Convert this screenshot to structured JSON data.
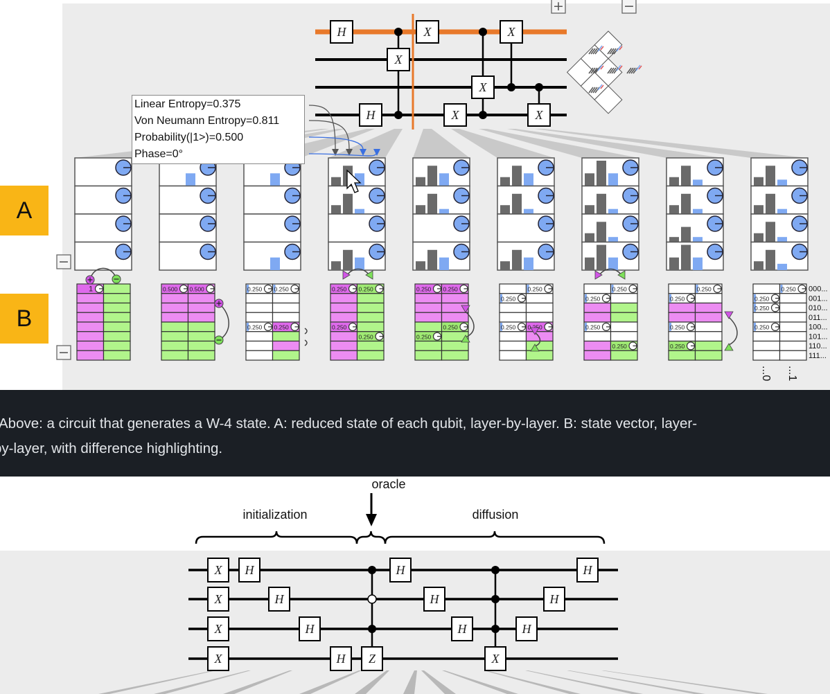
{
  "colors": {
    "panel": "#ececec",
    "highlight_wire": "#e8792a",
    "label_box": "#f9b516",
    "pink": "#ec8cf2",
    "pink_dark": "#d64ce8",
    "green": "#b1f58b",
    "blue": "#7fa9f2",
    "bar_gray": "#6a6a6a",
    "caption_bg": "#1b1f25"
  },
  "side_labels": {
    "a": "A",
    "b": "B"
  },
  "buttons": {
    "expand": "+",
    "collapse": "−"
  },
  "tooltip": {
    "lines": [
      "Linear Entropy=0.375",
      "Von Neumann Entropy=0.811",
      "Probability(|1>)=0.500",
      "Phase=0°"
    ]
  },
  "top_circuit": {
    "wires": 4,
    "highlight_wire": 0,
    "gates": [
      {
        "type": "H",
        "step": 0,
        "target": 0,
        "controls": []
      },
      {
        "type": "H",
        "step": 1,
        "target": 3,
        "controls": []
      },
      {
        "type": "X",
        "step": 2,
        "target": 1,
        "controls": [
          0,
          3
        ]
      },
      {
        "type": "X",
        "step": 3,
        "target": 0,
        "controls": []
      },
      {
        "type": "X",
        "step": 4,
        "target": 3,
        "controls": []
      },
      {
        "type": "X",
        "step": 5,
        "target": 2,
        "controls": [
          0,
          3
        ]
      },
      {
        "type": "X",
        "step": 6,
        "target": 0,
        "controls": [
          2
        ]
      },
      {
        "type": "X",
        "step": 7,
        "target": 3,
        "controls": [
          2
        ]
      }
    ]
  },
  "reduced_states": [
    [
      [
        0,
        0,
        0
      ],
      [
        0,
        0,
        0
      ],
      [
        0,
        0,
        0
      ],
      [
        0,
        0,
        0
      ]
    ],
    [
      [
        0,
        0,
        0.5
      ],
      [
        0,
        0,
        0
      ],
      [
        0,
        0,
        0
      ],
      [
        0,
        0,
        0
      ]
    ],
    [
      [
        0,
        0,
        0.5
      ],
      [
        0,
        0,
        0
      ],
      [
        0,
        0,
        0
      ],
      [
        0,
        0,
        0.5
      ]
    ],
    [
      [
        0.35,
        0.8,
        0.5
      ],
      [
        0.35,
        0.8,
        0.2
      ],
      [
        0,
        0,
        0
      ],
      [
        0.35,
        0.8,
        0.5
      ]
    ],
    [
      [
        0.35,
        0.8,
        0.5
      ],
      [
        0.35,
        0.8,
        0.2
      ],
      [
        0,
        0,
        0
      ],
      [
        0.35,
        0.8,
        0.5
      ]
    ],
    [
      [
        0.35,
        0.8,
        0.5
      ],
      [
        0.35,
        0.8,
        0.2
      ],
      [
        0,
        0,
        0
      ],
      [
        0.35,
        0.8,
        0.5
      ]
    ],
    [
      [
        0.5,
        1.0,
        0.5
      ],
      [
        0.35,
        0.8,
        0.2
      ],
      [
        0.35,
        0.8,
        0.2
      ],
      [
        0.5,
        1.0,
        0.5
      ]
    ],
    [
      [
        0.35,
        0.8,
        0.25
      ],
      [
        0.35,
        0.8,
        0.2
      ],
      [
        0.2,
        0.6,
        0.2
      ],
      [
        0.5,
        1.0,
        0.5
      ]
    ],
    [
      [
        0.35,
        0.8,
        0.25
      ],
      [
        0.35,
        0.8,
        0.2
      ],
      [
        0.35,
        0.8,
        0.2
      ],
      [
        0.35,
        0.8,
        0.25
      ]
    ]
  ],
  "state_vectors": [
    {
      "cells": [
        "pg",
        "pg",
        "pg",
        "pg",
        "pg",
        "pg",
        "pg",
        "pg"
      ],
      "labels": [
        [
          0,
          0,
          "1"
        ]
      ]
    },
    {
      "cells": [
        "pp",
        "pp",
        "pp",
        "pp",
        "gg",
        "gg",
        "gg",
        "gg"
      ],
      "labels": [
        [
          0,
          0,
          "0.500"
        ],
        [
          0,
          1,
          "0.500"
        ]
      ]
    },
    {
      "cells": [
        "ww",
        "ww",
        "ww",
        "ww",
        "wp",
        "wg",
        "wp",
        "wg"
      ],
      "labels": [
        [
          0,
          0,
          "0.250"
        ],
        [
          0,
          1,
          "0.250"
        ],
        [
          4,
          0,
          "0.250"
        ],
        [
          4,
          1,
          "0.250"
        ]
      ]
    },
    {
      "cells": [
        "pg",
        "pg",
        "pg",
        "pg",
        "pg",
        "pg",
        "pg",
        "pg"
      ],
      "labels": [
        [
          0,
          0,
          "0.250"
        ],
        [
          0,
          1,
          "0.250"
        ],
        [
          4,
          0,
          "0.250"
        ],
        [
          5,
          1,
          "0.250"
        ]
      ]
    },
    {
      "cells": [
        "pp",
        "pp",
        "pp",
        "pp",
        "gg",
        "gg",
        "gg",
        "gg"
      ],
      "labels": [
        [
          0,
          0,
          "0.250"
        ],
        [
          0,
          1,
          "0.250"
        ],
        [
          4,
          1,
          "0.250"
        ],
        [
          5,
          0,
          "0.250"
        ]
      ]
    },
    {
      "cells": [
        "ww",
        "ww",
        "ww",
        "ww",
        "wp",
        "wp",
        "wg",
        "wg"
      ],
      "labels": [
        [
          0,
          1,
          "0.250"
        ],
        [
          1,
          0,
          "0.250"
        ],
        [
          4,
          0,
          "0.250"
        ],
        [
          4,
          1,
          "0.250"
        ]
      ]
    },
    {
      "cells": [
        "ww",
        "ww",
        "pg",
        "pg",
        "ww",
        "ww",
        "pg",
        "pg"
      ],
      "labels": [
        [
          0,
          1,
          "0.250"
        ],
        [
          1,
          0,
          "0.250"
        ],
        [
          4,
          0,
          "0.250"
        ],
        [
          6,
          1,
          "0.250"
        ]
      ]
    },
    {
      "cells": [
        "ww",
        "ww",
        "pp",
        "pp",
        "ww",
        "ww",
        "gg",
        "gg"
      ],
      "labels": [
        [
          0,
          1,
          "0.250"
        ],
        [
          1,
          0,
          "0.250"
        ],
        [
          4,
          0,
          "0.250"
        ],
        [
          6,
          0,
          "0.250"
        ]
      ]
    },
    {
      "cells": [
        "ww",
        "ww",
        "ww",
        "ww",
        "ww",
        "ww",
        "ww",
        "ww"
      ],
      "labels": [
        [
          0,
          1,
          "0.250"
        ],
        [
          1,
          0,
          "0.250"
        ],
        [
          2,
          0,
          "0.250"
        ],
        [
          4,
          0,
          "0.250"
        ]
      ]
    }
  ],
  "basis_labels": [
    "000...",
    "001...",
    "010...",
    "011...",
    "100...",
    "101...",
    "110...",
    "111..."
  ],
  "column_labels": [
    "...0",
    "...1"
  ],
  "caption": {
    "line1": "Above: a circuit that generates a W-4 state. A: reduced state of each qubit, layer-by-layer. B: state vector, layer-",
    "line2": "by-layer, with difference highlighting."
  },
  "grover": {
    "sections": [
      {
        "label": "initialization"
      },
      {
        "label": "oracle"
      },
      {
        "label": "diffusion"
      }
    ],
    "gates": [
      {
        "type": "X",
        "step": 0,
        "target": 0,
        "controls": []
      },
      {
        "type": "X",
        "step": 0,
        "target": 1,
        "controls": []
      },
      {
        "type": "X",
        "step": 0,
        "target": 2,
        "controls": []
      },
      {
        "type": "X",
        "step": 0,
        "target": 3,
        "controls": []
      },
      {
        "type": "H",
        "step": 1,
        "target": 0,
        "controls": []
      },
      {
        "type": "H",
        "step": 2,
        "target": 1,
        "controls": []
      },
      {
        "type": "H",
        "step": 3,
        "target": 2,
        "controls": []
      },
      {
        "type": "H",
        "step": 4,
        "target": 3,
        "controls": []
      },
      {
        "type": "Z",
        "step": 5,
        "target": 3,
        "controls": [
          0,
          2
        ],
        "open_controls": [
          1
        ]
      },
      {
        "type": "H",
        "step": 6,
        "target": 0,
        "controls": []
      },
      {
        "type": "H",
        "step": 7,
        "target": 1,
        "controls": []
      },
      {
        "type": "H",
        "step": 8,
        "target": 2,
        "controls": []
      },
      {
        "type": "X",
        "step": 9,
        "target": 3,
        "controls": [
          0,
          1,
          2
        ]
      },
      {
        "type": "H",
        "step": 10,
        "target": 2,
        "controls": []
      },
      {
        "type": "H",
        "step": 11,
        "target": 1,
        "controls": []
      },
      {
        "type": "H",
        "step": 12,
        "target": 0,
        "controls": []
      }
    ]
  }
}
